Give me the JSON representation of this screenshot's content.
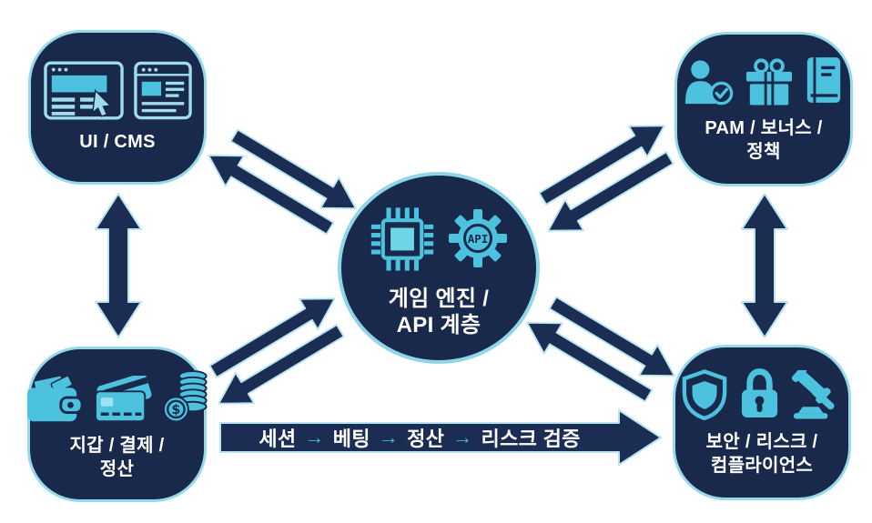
{
  "diagram_title": "",
  "colors": {
    "node_fill": "#18294b",
    "node_border": "#96d9ea",
    "circle_border": "#8fd6e8",
    "arrow_fill": "#1b2d52",
    "arrow_outline": "#b5e4f0",
    "icon_cyan": "#4cc2de",
    "icon_light": "#9fdcec",
    "flow_separator": "#45b7da",
    "text": "#ffffff",
    "background": "#ffffff"
  },
  "nodes": {
    "top_left": {
      "id": "ui-cms",
      "label": "UI / CMS",
      "icons": [
        "browser-window-icon",
        "browser-article-icon"
      ]
    },
    "top_right": {
      "id": "pam-bonus-policy",
      "label": "PAM / 보너스 /\n정책",
      "icons": [
        "user-check-icon",
        "gift-icon",
        "book-icon"
      ]
    },
    "bottom_left": {
      "id": "wallet-payment-settlement",
      "label": "지갑 / 결제 /\n정산",
      "icons": [
        "wallet-icon",
        "credit-card-icon",
        "coins-icon"
      ],
      "coin_symbol": "$"
    },
    "bottom_right": {
      "id": "security-risk-compliance",
      "label": "보안 / 리스크 /\n컴플라이언스",
      "icons": [
        "shield-icon",
        "lock-icon",
        "gavel-icon"
      ]
    },
    "center": {
      "id": "game-engine-api",
      "label": "게임 엔진 /\nAPI 계층",
      "icons": [
        "cpu-chip-icon",
        "api-gear-icon"
      ],
      "gear_text": "API"
    }
  },
  "flow_arrow": {
    "segments": [
      "세션",
      "베팅",
      "정산",
      "리스크 검증"
    ],
    "separator": "→",
    "full_text": "세션 → 베팅 → 정산 → 리스크 검증"
  },
  "connections": [
    {
      "from": "ui-cms",
      "to": "game-engine-api",
      "bidirectional": true
    },
    {
      "from": "pam-bonus-policy",
      "to": "game-engine-api",
      "bidirectional": true
    },
    {
      "from": "wallet-payment-settlement",
      "to": "game-engine-api",
      "bidirectional": true
    },
    {
      "from": "security-risk-compliance",
      "to": "game-engine-api",
      "bidirectional": true
    },
    {
      "from": "ui-cms",
      "to": "wallet-payment-settlement",
      "bidirectional": true
    },
    {
      "from": "pam-bonus-policy",
      "to": "security-risk-compliance",
      "bidirectional": true
    },
    {
      "from": "wallet-payment-settlement",
      "to": "security-risk-compliance",
      "bidirectional": false,
      "label": "세션 → 베팅 → 정산 → 리스크 검증"
    }
  ]
}
